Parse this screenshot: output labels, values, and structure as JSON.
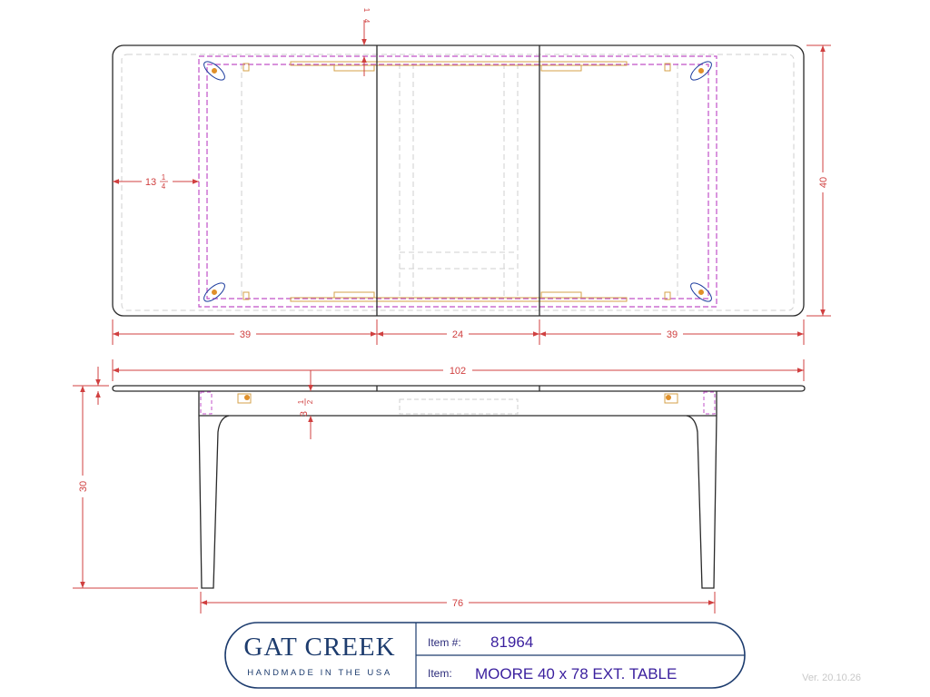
{
  "dimensions": {
    "top_overhang": "1",
    "top_overhang_frac": "4",
    "end_overhang": "13",
    "end_overhang_frac_num": "1",
    "end_overhang_frac_den": "4",
    "width": "40",
    "leaf_left": "39",
    "leaf_center": "24",
    "leaf_right": "39",
    "overall_length": "102",
    "height": "30",
    "apron_drop": "3",
    "apron_drop_frac_num": "1",
    "apron_drop_frac_den": "2",
    "leg_span": "76"
  },
  "title_block": {
    "brand": "GAT CREEK",
    "tagline": "HANDMADE IN THE USA",
    "item_number_label": "Item #:",
    "item_number": "81964",
    "item_label": "Item:",
    "item_name": "MOORE 40 x 78 EXT. TABLE"
  },
  "version": "Ver. 20.10.26",
  "colors": {
    "outline": "#2a2a2a",
    "dimension": "#d04040",
    "apron": "#c050c8",
    "hardware": "#d4a24a",
    "hidden": "#cfcfcf",
    "brand": "#1d3c6e",
    "title_value": "#3a1f9e"
  }
}
